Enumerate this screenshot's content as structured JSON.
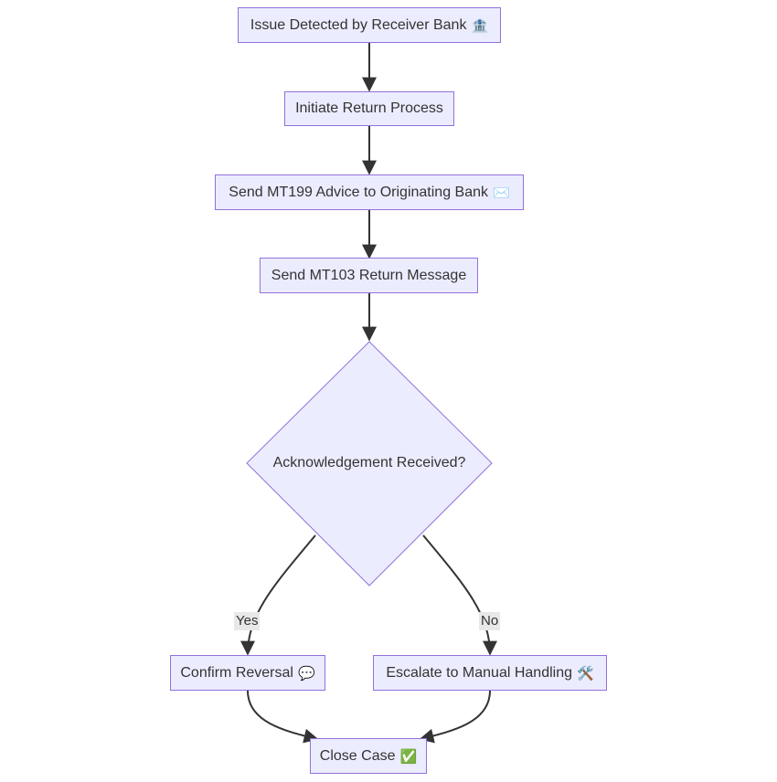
{
  "nodes": {
    "issue": {
      "label": "Issue Detected by Receiver Bank",
      "emoji": "🏦"
    },
    "initiate": {
      "label": "Initiate Return Process",
      "emoji": ""
    },
    "mt199": {
      "label": "Send MT199 Advice to Originating Bank",
      "emoji": "✉️"
    },
    "mt103": {
      "label": "Send MT103 Return Message",
      "emoji": ""
    },
    "decision": {
      "label": "Acknowledgement Received?"
    },
    "confirm": {
      "label": "Confirm Reversal",
      "emoji": "💬"
    },
    "escalate": {
      "label": "Escalate to Manual Handling",
      "emoji": "🛠️"
    },
    "close": {
      "label": "Close Case",
      "emoji": "✅"
    }
  },
  "edges": {
    "yes": "Yes",
    "no": "No"
  },
  "colors": {
    "node_fill": "#ececff",
    "node_border": "#9370db",
    "edge": "#333333",
    "edge_label_bg": "#e8e8e8"
  }
}
